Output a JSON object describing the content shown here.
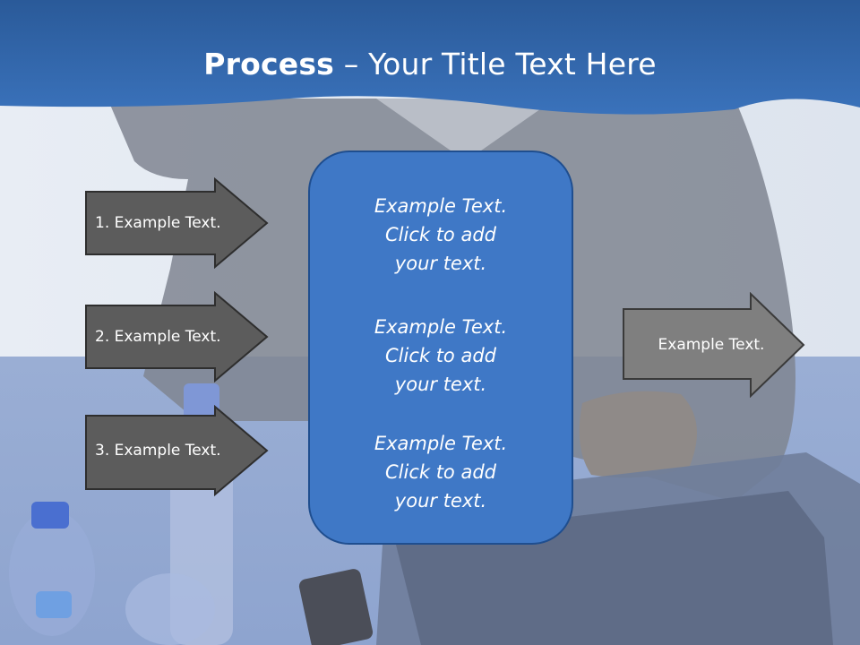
{
  "slide": {
    "title_bold": "Process",
    "title_rest": " – Your Title Text Here",
    "left_arrows": [
      {
        "label": "1. Example Text."
      },
      {
        "label": "2. Example Text."
      },
      {
        "label": "3. Example Text."
      }
    ],
    "center_blocks": [
      {
        "text": "Example Text.\nClick  to add\nyour text."
      },
      {
        "text": "Example Text.\nClick  to add\nyour text."
      },
      {
        "text": "Example Text.\nClick  to add\nyour text."
      }
    ],
    "right_arrow": {
      "label": "Example Text."
    }
  },
  "colors": {
    "header_blue": "#2e62a6",
    "left_arrow_fill": "#5c5c5c",
    "right_arrow_fill": "#7f7f7f",
    "center_box_fill": "#3f78c6"
  },
  "icons": [
    "arrow-right-shape"
  ]
}
